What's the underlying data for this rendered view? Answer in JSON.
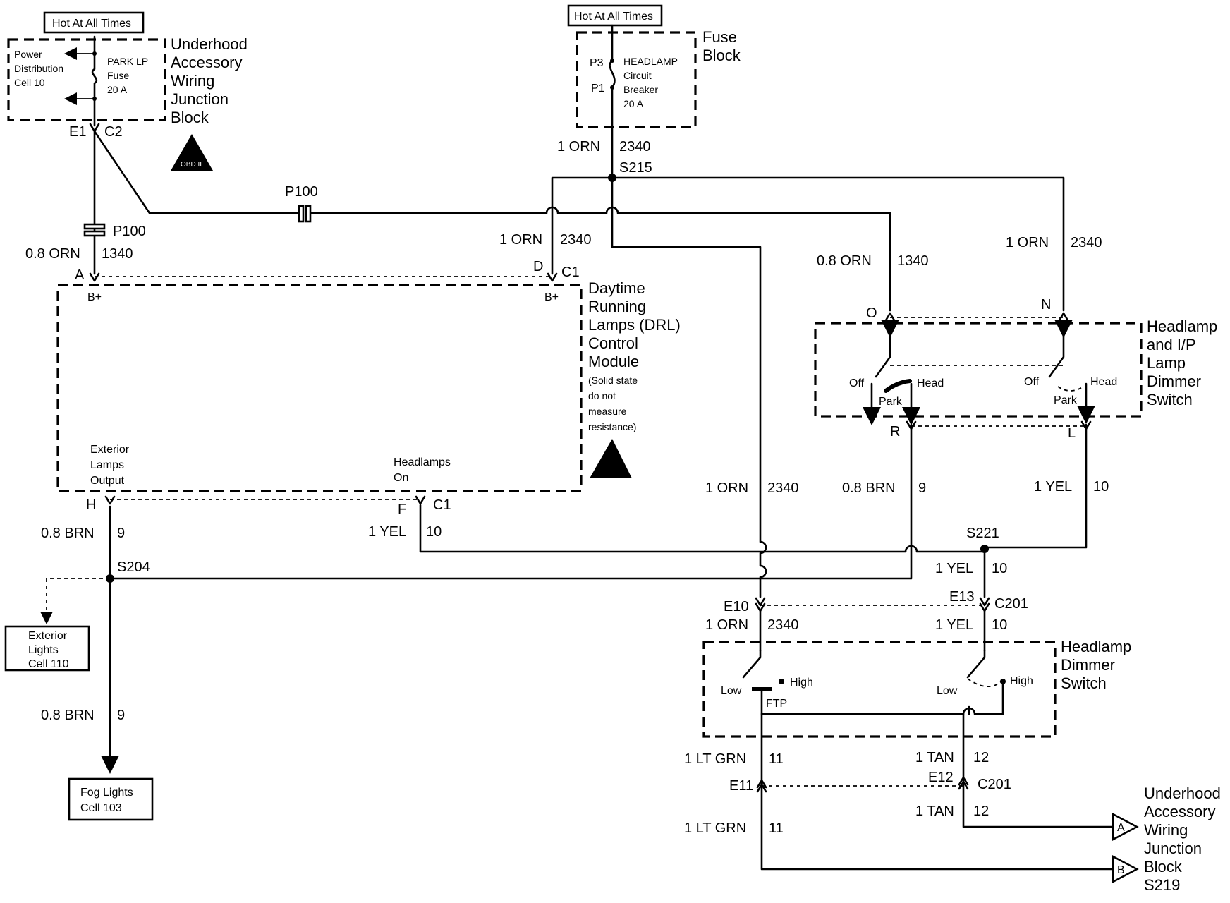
{
  "labels": {
    "hot_left": "Hot At All Times",
    "hot_center": "Hot At All Times",
    "pdc_1": "Power",
    "pdc_2": "Distribution",
    "pdc_3": "Cell 10",
    "parklp_1": "PARK LP",
    "parklp_2": "Fuse",
    "parklp_3": "20 A",
    "uawjb_1": "Underhood",
    "uawjb_2": "Accessory",
    "uawjb_3": "Wiring",
    "uawjb_4": "Junction",
    "uawjb_5": "Block",
    "obd": "OBD II",
    "e1": "E1",
    "c2": "C2",
    "fuse_block_1": "Fuse",
    "fuse_block_2": "Block",
    "p3": "P3",
    "p1": "P1",
    "cb_1": "HEADLAMP",
    "cb_2": "Circuit",
    "cb_3": "Breaker",
    "cb_4": "20 A",
    "w_1orn_top": "1 ORN",
    "c_2340_top": "2340",
    "s215": "S215",
    "p100_mid": "P100",
    "p100_left": "P100",
    "w_08orn_left": "0.8 ORN",
    "c_1340_left": "1340",
    "pin_a": "A",
    "bplus_a": "B+",
    "w_1orn_d": "1 ORN",
    "c_2340_d": "2340",
    "pin_d": "D",
    "c1_d": "C1",
    "bplus_d": "B+",
    "drl_1": "Daytime",
    "drl_2": "Running",
    "drl_3": "Lamps (DRL)",
    "drl_4": "Control",
    "drl_5": "Module",
    "drl_n1": "(Solid state",
    "drl_n2": "do not",
    "drl_n3": "measure",
    "drl_n4": "resistance)",
    "ext_out_1": "Exterior",
    "ext_out_2": "Lamps",
    "ext_out_3": "Output",
    "hl_on_1": "Headlamps",
    "hl_on_2": "On",
    "pin_h": "H",
    "pin_f": "F",
    "c1_f": "C1",
    "w_08brn_h": "0.8 BRN",
    "c_9_h": "9",
    "w_1yel_f": "1 YEL",
    "c_10_f": "10",
    "s204": "S204",
    "ext_lights_1": "Exterior",
    "ext_lights_2": "Lights",
    "ext_lights_3": "Cell 110",
    "w_08brn_fog": "0.8 BRN",
    "c_9_fog": "9",
    "fog_1": "Fog Lights",
    "fog_2": "Cell 103",
    "w_08orn_o": "0.8 ORN",
    "c_1340_o": "1340",
    "w_1orn_n": "1 ORN",
    "c_2340_n": "2340",
    "pin_o": "O",
    "pin_n": "N",
    "hip_1": "Headlamp",
    "hip_2": "and I/P",
    "hip_3": "Lamp",
    "hip_4": "Dimmer",
    "hip_5": "Switch",
    "off_l": "Off",
    "head_l": "Head",
    "park_l": "Park",
    "off_r": "Off",
    "head_r": "Head",
    "park_r": "Park",
    "pin_r": "R",
    "pin_l": "L",
    "w_1orn_mid": "1 ORN",
    "c_2340_mid": "2340",
    "w_08brn_r": "0.8 BRN",
    "c_9_r": "9",
    "w_1yel_l": "1 YEL",
    "c_10_l": "10",
    "s221": "S221",
    "w_1yel_s221": "1 YEL",
    "c_10_s221": "10",
    "e10": "E10",
    "e13": "E13",
    "c201_top": "C201",
    "w_1orn_e10": "1 ORN",
    "c_2340_e10": "2340",
    "w_1yel_e13": "1 YEL",
    "c_10_e13": "10",
    "hds_1": "Headlamp",
    "hds_2": "Dimmer",
    "hds_3": "Switch",
    "low_l": "Low",
    "high_l": "High",
    "ftp": "FTP",
    "low_r": "Low",
    "high_r": "High",
    "w_1ltgrn_top": "1 LT GRN",
    "c_11_top": "11",
    "w_1tan_top": "1 TAN",
    "c_12_top": "12",
    "e11": "E11",
    "e12": "E12",
    "c201_bot": "C201",
    "w_1tan_bot": "1 TAN",
    "c_12_bot": "12",
    "w_1ltgrn_bot": "1 LT GRN",
    "c_11_bot": "11",
    "ref_a": "A",
    "ref_b": "B",
    "dest_1": "Underhood",
    "dest_2": "Accessory",
    "dest_3": "Wiring",
    "dest_4": "Junction",
    "dest_5": "Block",
    "dest_6": "S219"
  }
}
